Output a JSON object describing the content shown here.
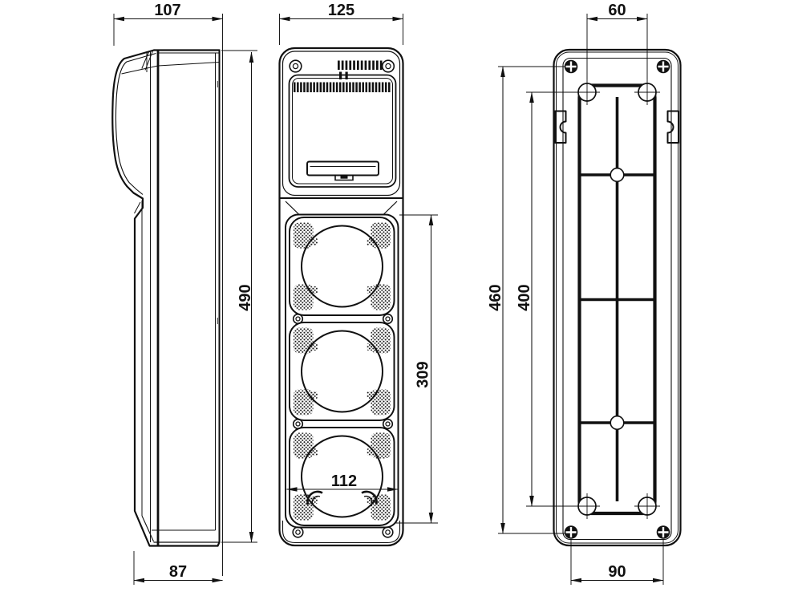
{
  "page": {
    "background": "#ffffff",
    "line_color": "#111111"
  },
  "views": {
    "side": {
      "label": "side-profile-view",
      "dimensions": {
        "top_depth": "107",
        "overall_height": "490",
        "body_depth": "87"
      }
    },
    "front": {
      "label": "front-view",
      "dimensions": {
        "overall_width": "125",
        "socket_section_height": "309",
        "socket_module_width": "112"
      },
      "features": {
        "socket_count": 3,
        "short_vent_slots": 12,
        "long_vent_slots": 30
      }
    },
    "back": {
      "label": "rear-view",
      "dimensions": {
        "top_hole_spacing": "60",
        "outer_fixing_height": "460",
        "hole_vertical_spacing": "400",
        "bottom_screw_spacing": "90"
      }
    }
  }
}
